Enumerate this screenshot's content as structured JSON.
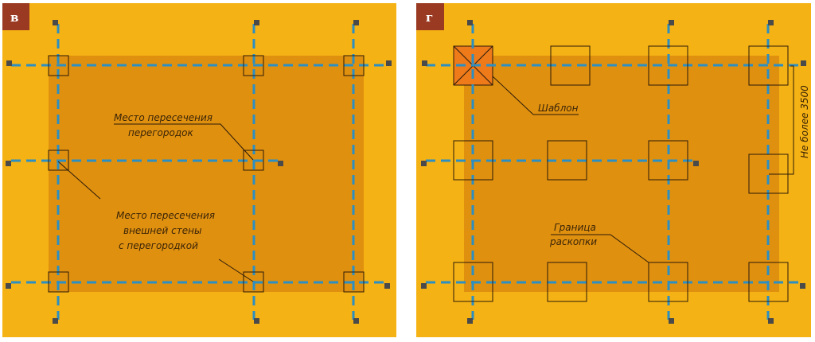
{
  "panel_v": {
    "badge": "в",
    "label_partitions_line1": "Место пересечения",
    "label_partitions_line2": "перегородок",
    "label_wall_line1": "Место пересечения",
    "label_wall_line2": "внешней стены",
    "label_wall_line3": "с перегородкой"
  },
  "panel_g": {
    "badge": "г",
    "label_template": "Шаблон",
    "label_boundary_line1": "Граница",
    "label_boundary_line2": "раскопки",
    "label_dimension": "Не более 3500"
  },
  "colors": {
    "background": "#f5b214",
    "excavation": "#e0900f",
    "axis": "#2b8fc4",
    "badge": "#9a3a22",
    "template": "#ee7a1a"
  }
}
